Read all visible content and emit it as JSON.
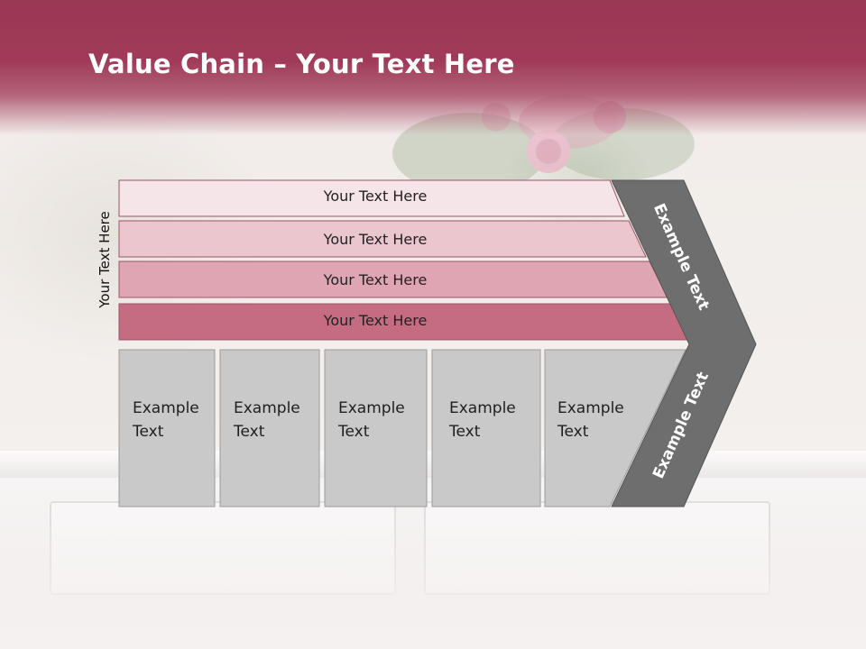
{
  "header": {
    "title_bold": "Value Chain",
    "title_rest": " – Your Text Here"
  },
  "side_label": "Your Text Here",
  "bars": [
    {
      "label": "Your Text Here",
      "color": "#f5e4e8"
    },
    {
      "label": "Your Text Here",
      "color": "#ebc6cf"
    },
    {
      "label": "Your Text Here",
      "color": "#dfa5b3"
    },
    {
      "label": "Your Text Here",
      "color": "#c66c82"
    }
  ],
  "boxes": [
    {
      "line1": "Example",
      "line2": "Text"
    },
    {
      "line1": "Example",
      "line2": "Text"
    },
    {
      "line1": "Example",
      "line2": "Text"
    },
    {
      "line1": "Example",
      "line2": "Text"
    },
    {
      "line1": "Example",
      "line2": "Text"
    }
  ],
  "chevron": {
    "upper_label": "Example Text",
    "lower_label": "Example Text",
    "color": "#6e6e6e"
  },
  "colors": {
    "header": "#9b3854",
    "box_fill": "#c9c9c9",
    "box_border": "#9c9c9c"
  }
}
